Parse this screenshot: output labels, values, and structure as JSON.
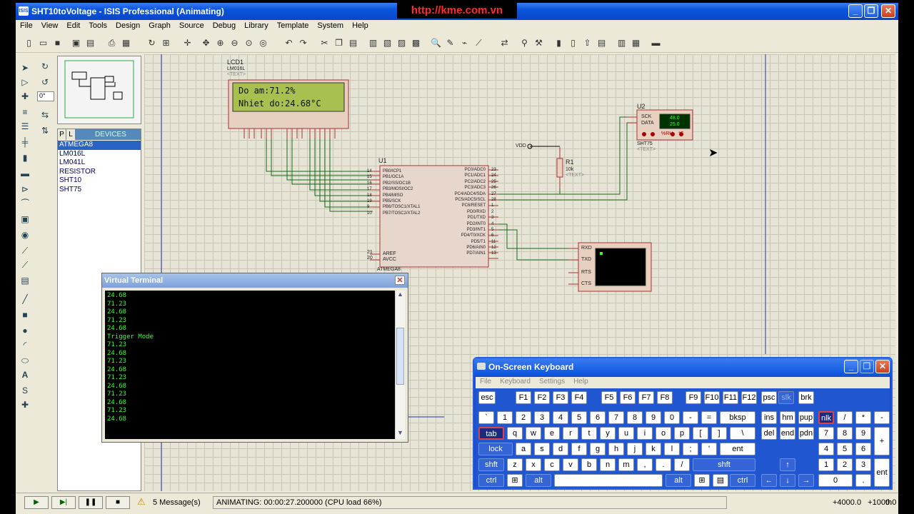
{
  "window": {
    "title": "SHT10toVoltage - ISIS Professional (Animating)",
    "logo": "ISIS",
    "url_overlay": "http://kme.com.vn"
  },
  "menu": [
    "File",
    "View",
    "Edit",
    "Tools",
    "Design",
    "Graph",
    "Source",
    "Debug",
    "Library",
    "Template",
    "System",
    "Help"
  ],
  "left_panel": {
    "rotation": "0°",
    "tabs": [
      "P",
      "L"
    ],
    "devices_label": "DEVICES",
    "devices": [
      "ATMEGA8",
      "LM016L",
      "LM041L",
      "RESISTOR",
      "SHT10",
      "SHT75"
    ],
    "selected_index": 0
  },
  "schematic": {
    "lcd": {
      "ref": "LCD1",
      "part": "LM016L",
      "text_tag": "<TEXT>",
      "line1": "Do am:71.2%",
      "line2": "Nhiet do:24.68°C"
    },
    "mcu": {
      "ref": "U1",
      "part": "ATMEGA8",
      "left_pins": [
        "PB0/ICP1",
        "PB1/OC1A",
        "PB2/SS/OC1B",
        "PB3/MOSI/OC2",
        "PB4/MISO",
        "PB5/SCK",
        "PB6/TOSC1/XTAL1",
        "PB7/TOSC2/XTAL2"
      ],
      "left_nums": [
        "14",
        "15",
        "16",
        "17",
        "18",
        "19",
        "9",
        "10"
      ],
      "right_pins": [
        "PC0/ADC0",
        "PC1/ADC1",
        "PC2/ADC2",
        "PC3/ADC3",
        "PC4/ADC4/SDA",
        "PC5/ADC5/SCL",
        "PC6/RESET",
        "PD0/RXD",
        "PD1/TXD",
        "PD2/INT0",
        "PD3/INT1",
        "PD4/T0/XCK",
        "PD5/T1",
        "PD6/AIN0",
        "PD7/AIN1"
      ],
      "right_nums": [
        "23",
        "24",
        "25",
        "26",
        "27",
        "28",
        "1",
        "2",
        "3",
        "4",
        "5",
        "6",
        "11",
        "12",
        "13"
      ],
      "aref": "AREF",
      "avcc": "AVCC",
      "aref_num": "21",
      "avcc_num": "20"
    },
    "sensor": {
      "ref": "U2",
      "part": "SHT75",
      "text_tag": "<TEXT>",
      "pin1": "SCK",
      "pin2": "DATA",
      "disp1": "48.0",
      "disp2": "25.0",
      "unit_rh": "%RH",
      "unit_c": "°C"
    },
    "resistor": {
      "ref": "R1",
      "value": "10k",
      "text_tag": "<TEXT>",
      "vdd": "VDD"
    },
    "terminal_pins": [
      "RXD",
      "TXD",
      "RTS",
      "CTS"
    ]
  },
  "virtual_terminal": {
    "title": "Virtual Terminal",
    "lines": [
      "24.68",
      "71.23",
      "24.68",
      "71.23",
      "24.68",
      "Trigger Mode",
      "71.23",
      "24.68",
      "71.23",
      "24.68",
      "71.23",
      "24.68",
      "71.23",
      "24.68",
      "71.23",
      "24.68"
    ]
  },
  "osk": {
    "title": "On-Screen Keyboard",
    "menu": [
      "File",
      "Keyboard",
      "Settings",
      "Help"
    ]
  },
  "status": {
    "messages": "5 Message(s)",
    "animating": "ANIMATING: 00:00:27.200000 (CPU load 66%)",
    "coords": "+4000.0   +1000.0",
    "unit": "th"
  }
}
